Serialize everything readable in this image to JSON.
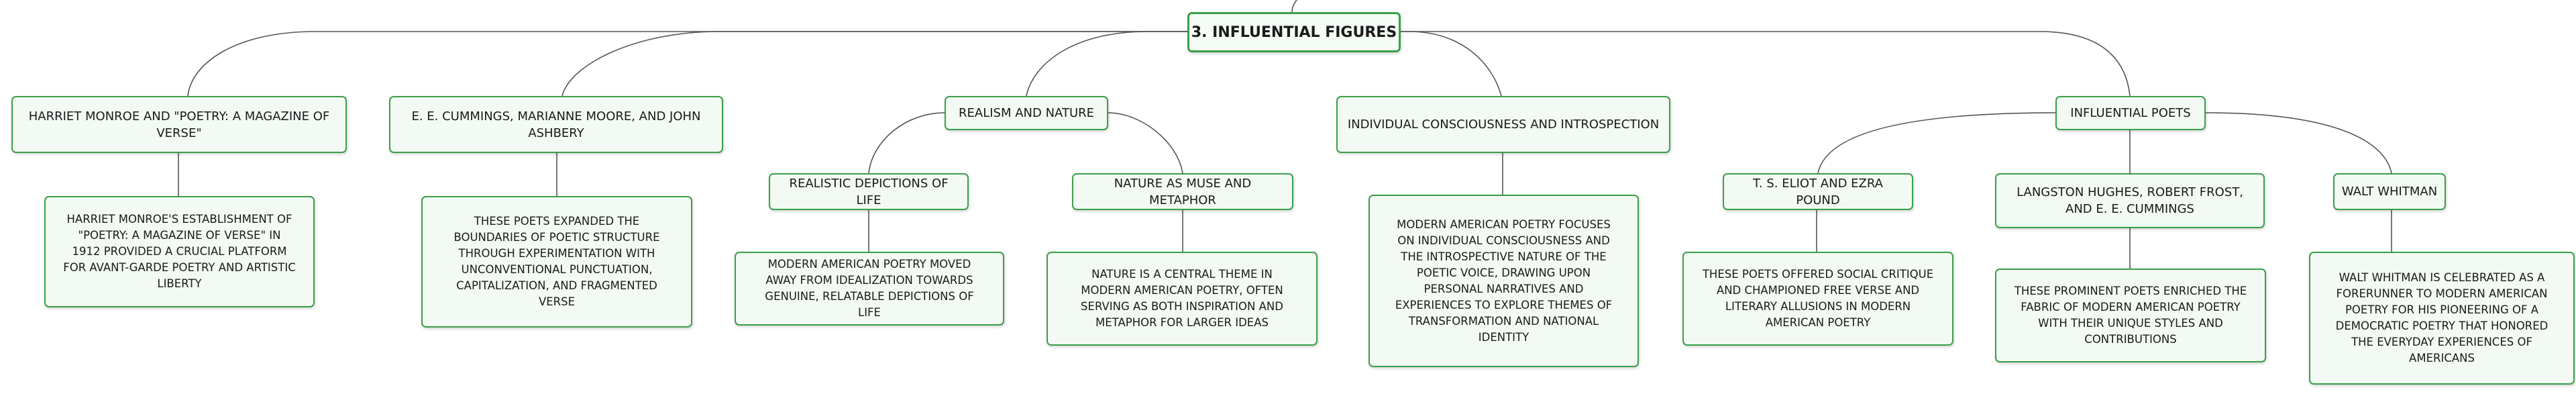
{
  "root": {
    "label": "3. INFLUENTIAL FIGURES"
  },
  "branches": [
    {
      "label": "HARRIET MONROE AND \"POETRY: A MAGAZINE OF VERSE\"",
      "detail": "HARRIET MONROE'S ESTABLISHMENT OF \"POETRY: A MAGAZINE OF VERSE\" IN 1912 PROVIDED A CRUCIAL PLATFORM FOR AVANT-GARDE POETRY AND ARTISTIC LIBERTY"
    },
    {
      "label": "E. E. CUMMINGS, MARIANNE MOORE, AND JOHN ASHBERY",
      "detail": "THESE POETS EXPANDED THE BOUNDARIES OF POETIC STRUCTURE THROUGH EXPERIMENTATION WITH UNCONVENTIONAL PUNCTUATION, CAPITALIZATION, AND FRAGMENTED VERSE"
    },
    {
      "label": "REALISM AND NATURE",
      "children": [
        {
          "label": "REALISTIC DEPICTIONS OF LIFE",
          "detail": "MODERN AMERICAN POETRY MOVED AWAY FROM IDEALIZATION TOWARDS GENUINE, RELATABLE DEPICTIONS OF LIFE"
        },
        {
          "label": "NATURE AS MUSE AND METAPHOR",
          "detail": "NATURE IS A CENTRAL THEME IN MODERN AMERICAN POETRY, OFTEN SERVING AS BOTH INSPIRATION AND METAPHOR FOR LARGER IDEAS"
        }
      ]
    },
    {
      "label": "INDIVIDUAL CONSCIOUSNESS AND INTROSPECTION",
      "detail": "MODERN AMERICAN POETRY FOCUSES ON INDIVIDUAL CONSCIOUSNESS AND THE INTROSPECTIVE NATURE OF THE POETIC VOICE, DRAWING UPON PERSONAL NARRATIVES AND EXPERIENCES TO EXPLORE THEMES OF TRANSFORMATION AND NATIONAL IDENTITY"
    },
    {
      "label": "INFLUENTIAL POETS",
      "children": [
        {
          "label": "T. S. ELIOT AND EZRA POUND",
          "detail": "THESE POETS OFFERED SOCIAL CRITIQUE AND CHAMPIONED FREE VERSE AND LITERARY ALLUSIONS IN MODERN AMERICAN POETRY"
        },
        {
          "label": "LANGSTON HUGHES, ROBERT FROST, AND E. E. CUMMINGS",
          "detail": "THESE PROMINENT POETS ENRICHED THE FABRIC OF MODERN AMERICAN POETRY WITH THEIR UNIQUE STYLES AND CONTRIBUTIONS"
        },
        {
          "label": "WALT WHITMAN",
          "detail": "WALT WHITMAN IS CELEBRATED AS A FORERUNNER TO MODERN AMERICAN POETRY FOR HIS PIONEERING OF A DEMOCRATIC POETRY THAT HONORED THE EVERYDAY EXPERIENCES OF AMERICANS"
        }
      ]
    }
  ]
}
